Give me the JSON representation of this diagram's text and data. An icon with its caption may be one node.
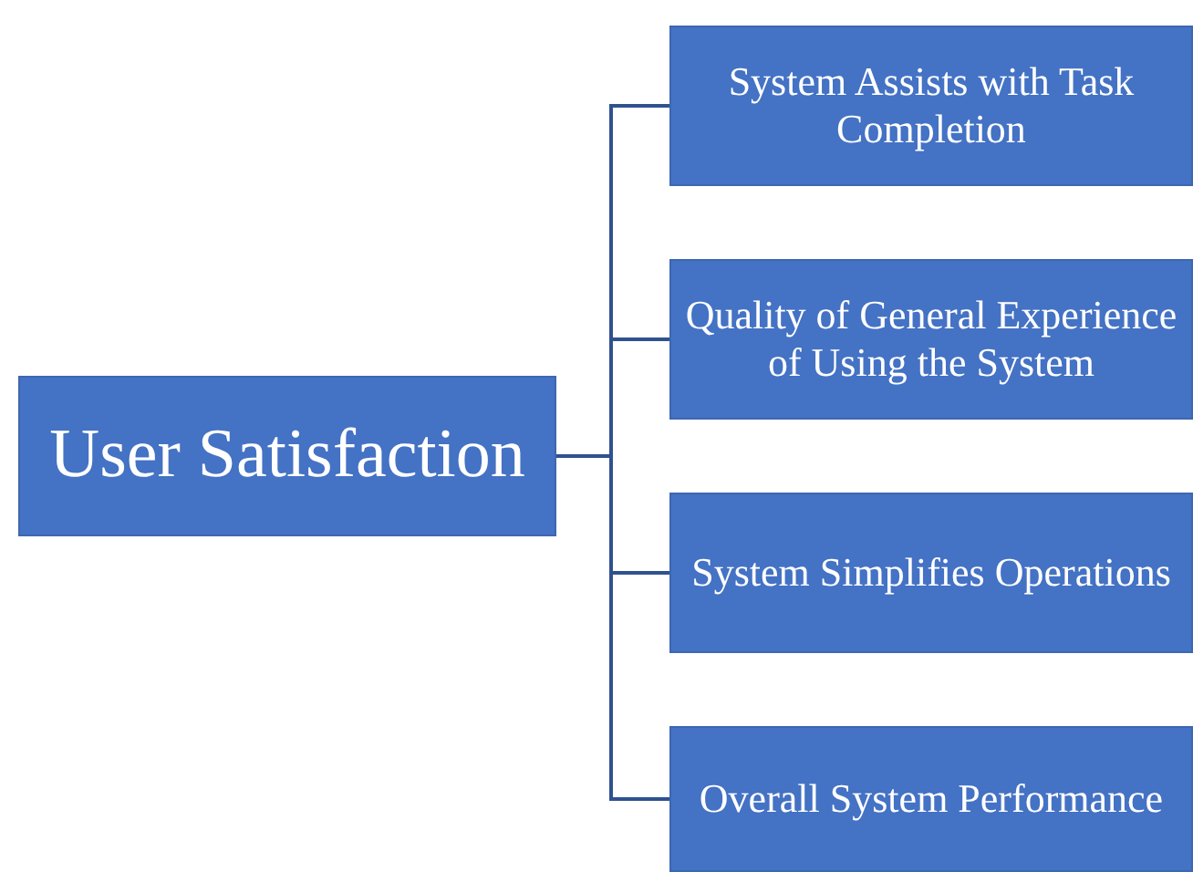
{
  "diagram": {
    "nodes": [
      {
        "text": [
          "User Satisfaction"
        ]
      },
      {
        "text": [
          "System Assists with Task Completion"
        ]
      },
      {
        "text": [
          "Quality of General Experience of Using the System"
        ]
      },
      {
        "text": [
          "System Simplifies Operations"
        ]
      },
      {
        "text": [
          "Overall System Performance"
        ]
      }
    ],
    "edges": [
      {
        "from": 0,
        "to": 1,
        "arrow": "none"
      },
      {
        "from": 0,
        "to": 2,
        "arrow": "none"
      },
      {
        "from": 0,
        "to": 3,
        "arrow": "none"
      },
      {
        "from": 0,
        "to": 4,
        "arrow": "none"
      }
    ]
  }
}
